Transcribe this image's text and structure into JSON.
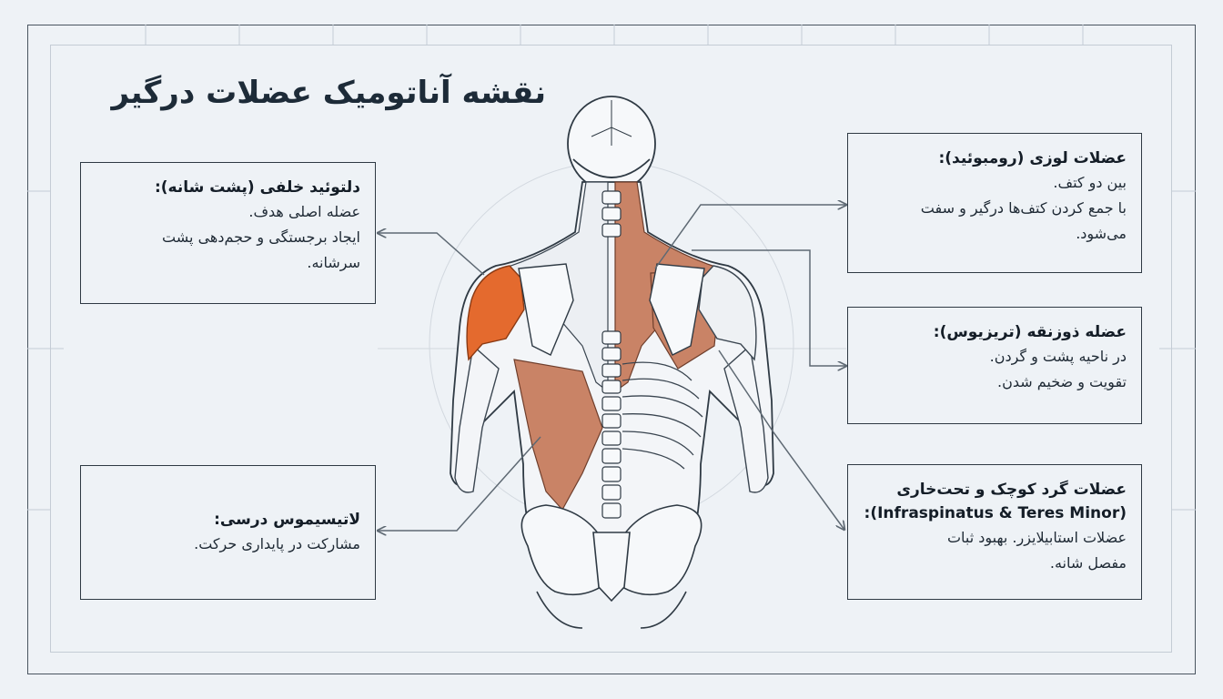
{
  "title": "نقشه آناتومیک عضلات درگیر",
  "colors": {
    "background": "#eef2f6",
    "deltoid_highlight": "#e46a2e",
    "muscle_highlight": "#c98366",
    "frame": "#2e3943"
  },
  "callouts": {
    "deltoid": {
      "heading": "دلتوئید خلفی (پشت شانه):",
      "lines": [
        "عضله اصلی هدف.",
        "ایجاد برجستگی و حجم‌دهی پشت",
        "سرشانه."
      ]
    },
    "latissimus": {
      "heading": "لاتیسیموس درسی:",
      "lines": [
        "مشارکت در پایداری حرکت."
      ]
    },
    "rhomboid": {
      "heading": "عضلات لوزی (رومبوئید):",
      "lines": [
        "بین دو کتف.",
        "با جمع کردن کتف‌ها درگیر و سفت",
        "می‌شود."
      ]
    },
    "trapezius": {
      "heading": "عضله ذوزنقه (تریزیوس):",
      "lines": [
        "در ناحیه پشت و گردن.",
        "تقویت و ضخیم شدن."
      ]
    },
    "teres": {
      "heading": "عضلات گرد کوچک و تحت‌خاری",
      "subheading": "(Infraspinatus & Teres Minor):",
      "lines": [
        "عضلات استابیلایزر. بهبود ثبات",
        "مفصل شانه."
      ]
    }
  }
}
